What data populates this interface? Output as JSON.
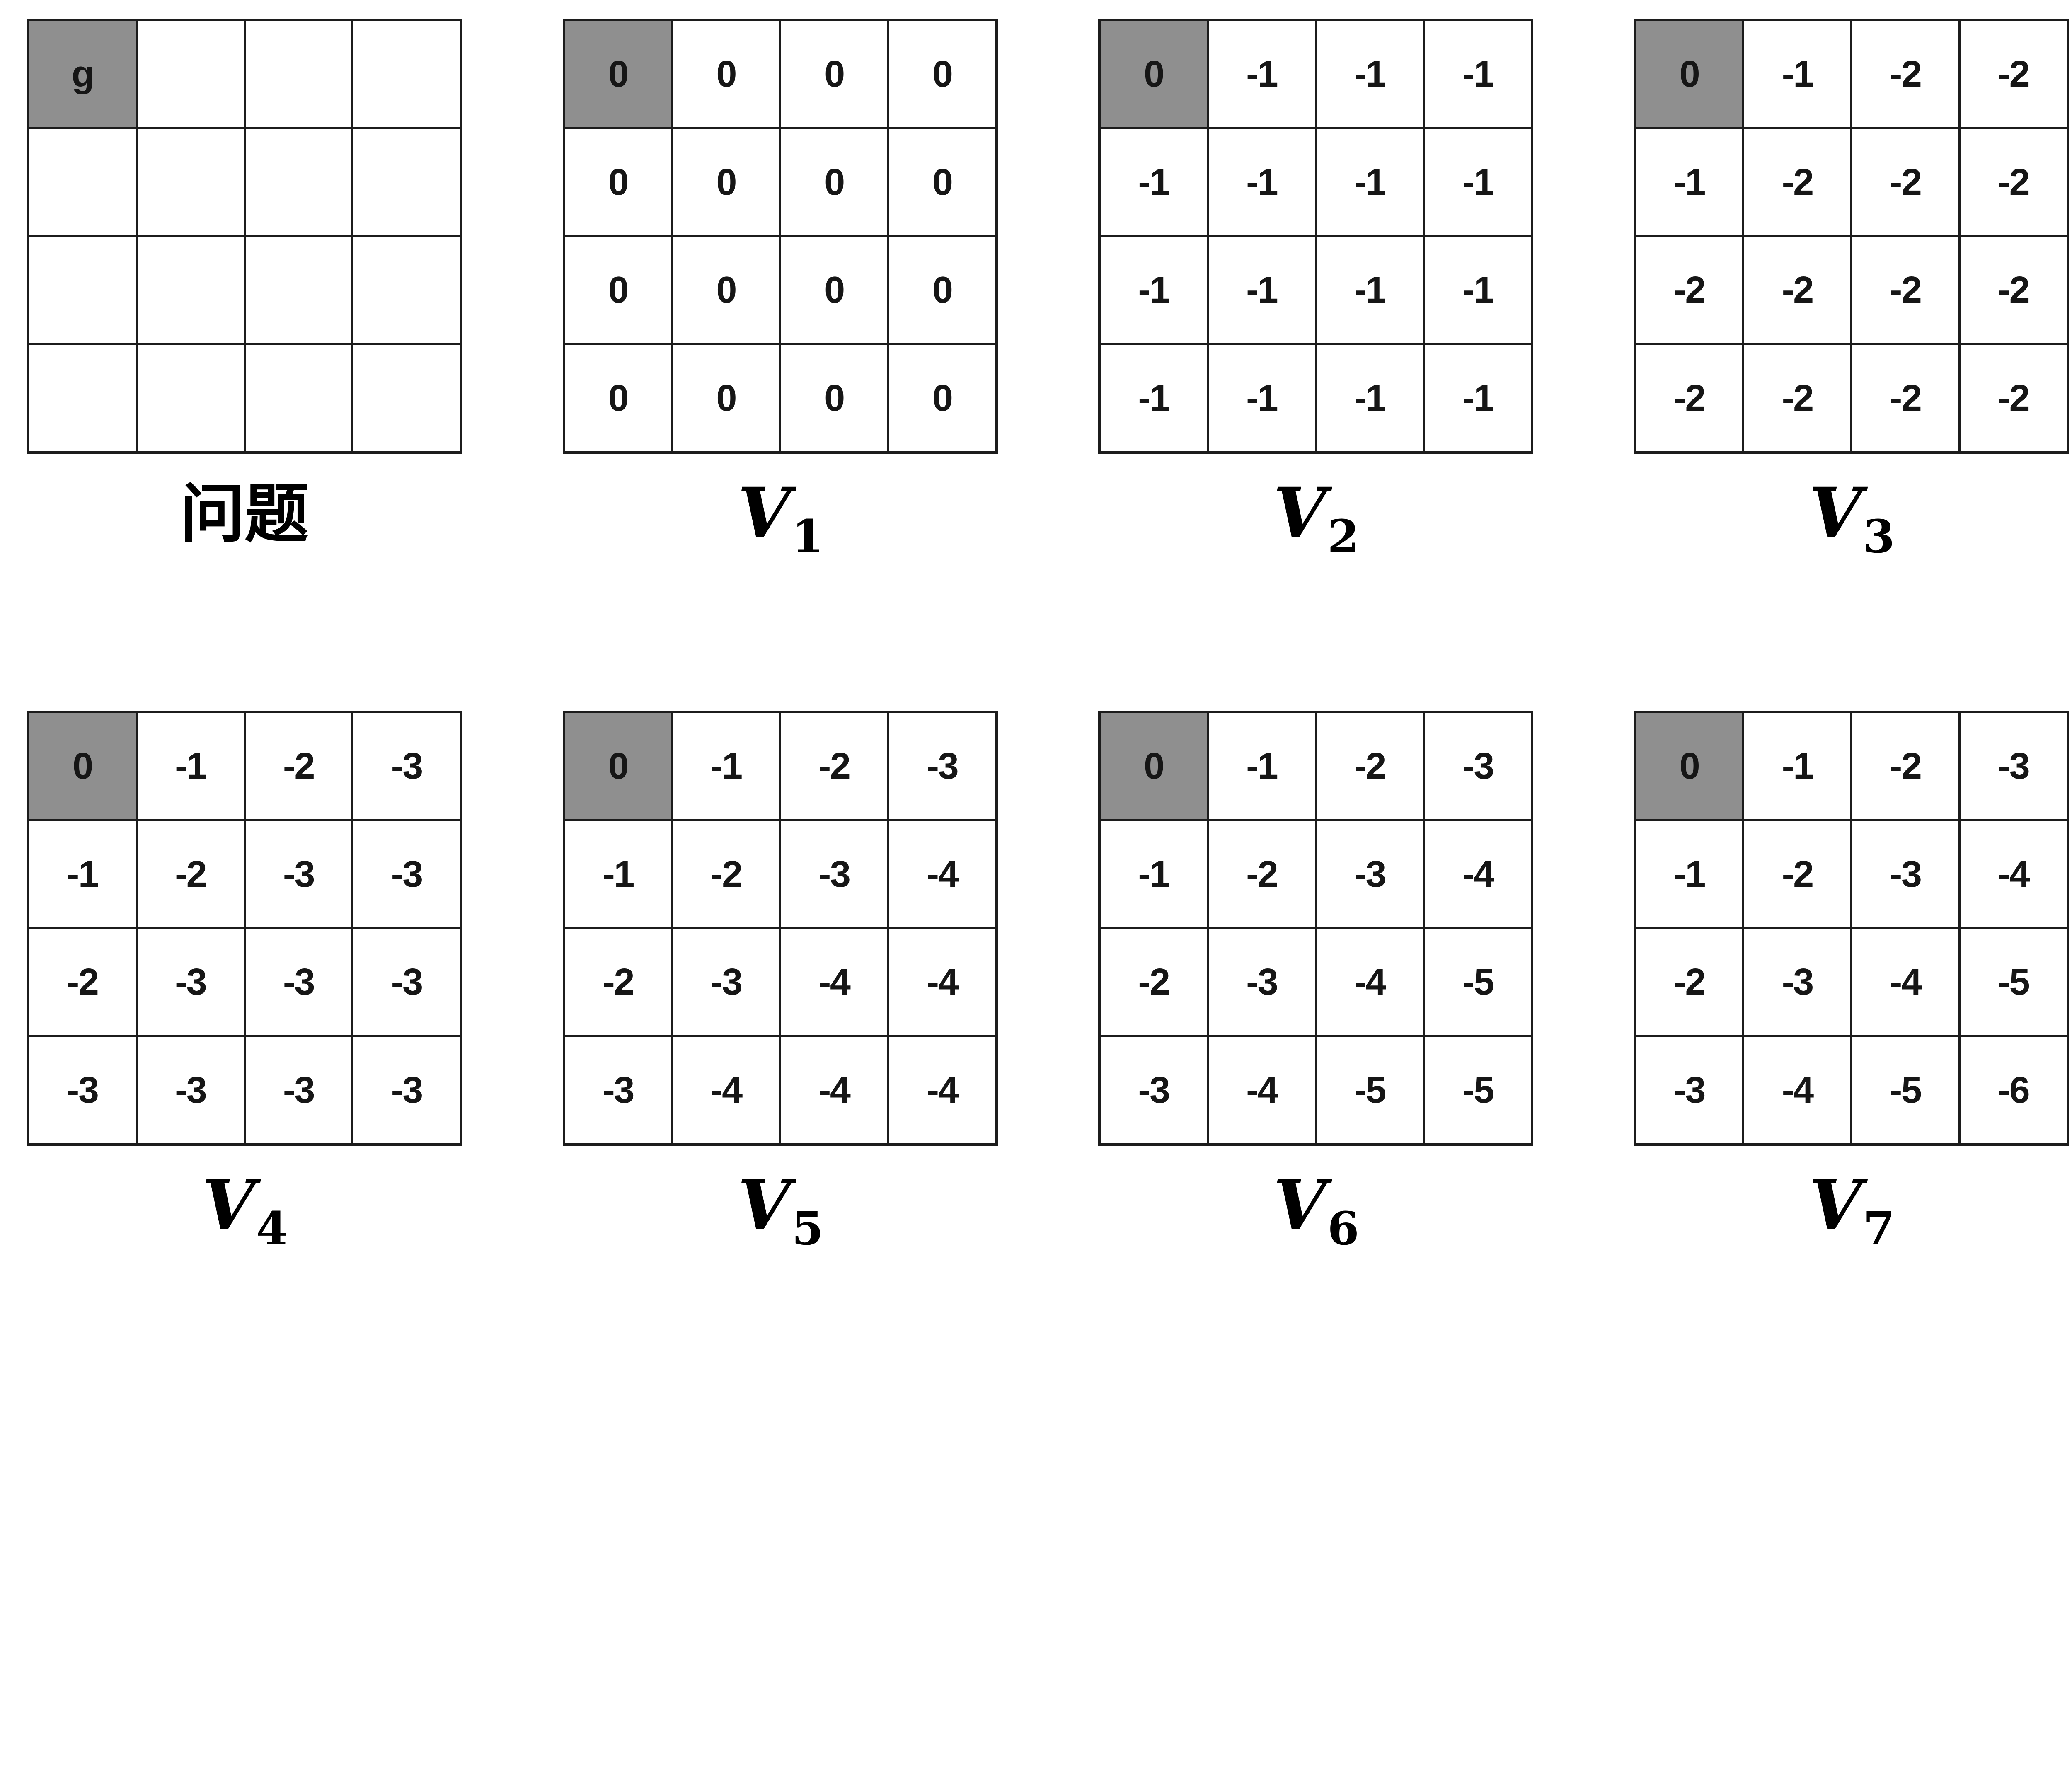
{
  "figure": {
    "background": "#ffffff",
    "grid_border_color": "#1c1c1c",
    "goal_cell_color": "#8f8f8f",
    "goal_cell": {
      "row": 0,
      "col": 0
    },
    "goal_marker": "g",
    "grids": [
      {
        "id": "problem",
        "caption": "问题",
        "caption_style": "cjk",
        "cells": [
          [
            "g",
            "",
            "",
            ""
          ],
          [
            "",
            "",
            "",
            ""
          ],
          [
            "",
            "",
            "",
            ""
          ],
          [
            "",
            "",
            "",
            ""
          ]
        ]
      },
      {
        "id": "v1",
        "caption": "V",
        "subscript": "1",
        "caption_style": "math",
        "cells": [
          [
            "0",
            "0",
            "0",
            "0"
          ],
          [
            "0",
            "0",
            "0",
            "0"
          ],
          [
            "0",
            "0",
            "0",
            "0"
          ],
          [
            "0",
            "0",
            "0",
            "0"
          ]
        ]
      },
      {
        "id": "v2",
        "caption": "V",
        "subscript": "2",
        "caption_style": "math",
        "cells": [
          [
            "0",
            "-1",
            "-1",
            "-1"
          ],
          [
            "-1",
            "-1",
            "-1",
            "-1"
          ],
          [
            "-1",
            "-1",
            "-1",
            "-1"
          ],
          [
            "-1",
            "-1",
            "-1",
            "-1"
          ]
        ]
      },
      {
        "id": "v3",
        "caption": "V",
        "subscript": "3",
        "caption_style": "math",
        "cells": [
          [
            "0",
            "-1",
            "-2",
            "-2"
          ],
          [
            "-1",
            "-2",
            "-2",
            "-2"
          ],
          [
            "-2",
            "-2",
            "-2",
            "-2"
          ],
          [
            "-2",
            "-2",
            "-2",
            "-2"
          ]
        ]
      },
      {
        "id": "v4",
        "caption": "V",
        "subscript": "4",
        "caption_style": "math",
        "cells": [
          [
            "0",
            "-1",
            "-2",
            "-3"
          ],
          [
            "-1",
            "-2",
            "-3",
            "-3"
          ],
          [
            "-2",
            "-3",
            "-3",
            "-3"
          ],
          [
            "-3",
            "-3",
            "-3",
            "-3"
          ]
        ]
      },
      {
        "id": "v5",
        "caption": "V",
        "subscript": "5",
        "caption_style": "math",
        "cells": [
          [
            "0",
            "-1",
            "-2",
            "-3"
          ],
          [
            "-1",
            "-2",
            "-3",
            "-4"
          ],
          [
            "-2",
            "-3",
            "-4",
            "-4"
          ],
          [
            "-3",
            "-4",
            "-4",
            "-4"
          ]
        ]
      },
      {
        "id": "v6",
        "caption": "V",
        "subscript": "6",
        "caption_style": "math",
        "cells": [
          [
            "0",
            "-1",
            "-2",
            "-3"
          ],
          [
            "-1",
            "-2",
            "-3",
            "-4"
          ],
          [
            "-2",
            "-3",
            "-4",
            "-5"
          ],
          [
            "-3",
            "-4",
            "-5",
            "-5"
          ]
        ]
      },
      {
        "id": "v7",
        "caption": "V",
        "subscript": "7",
        "caption_style": "math",
        "cells": [
          [
            "0",
            "-1",
            "-2",
            "-3"
          ],
          [
            "-1",
            "-2",
            "-3",
            "-4"
          ],
          [
            "-2",
            "-3",
            "-4",
            "-5"
          ],
          [
            "-3",
            "-4",
            "-5",
            "-6"
          ]
        ]
      }
    ]
  }
}
